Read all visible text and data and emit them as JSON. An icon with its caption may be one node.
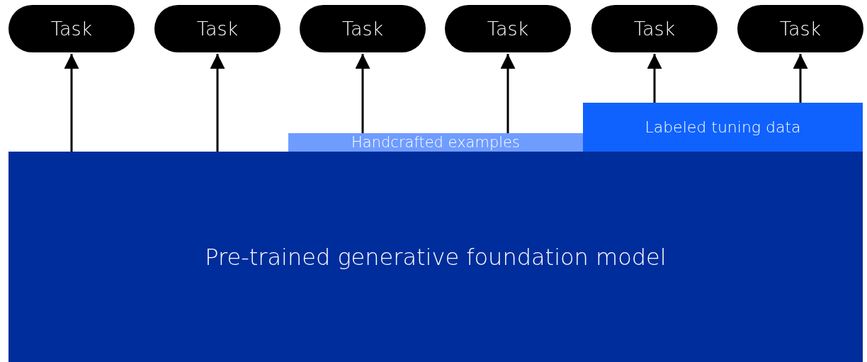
{
  "diagram": {
    "nodes": [
      {
        "text": [
          "Task"
        ]
      },
      {
        "text": [
          "Task"
        ]
      },
      {
        "text": [
          "Task"
        ]
      },
      {
        "text": [
          "Task"
        ]
      },
      {
        "text": [
          "Task"
        ]
      },
      {
        "text": [
          "Task"
        ]
      },
      {
        "text": [
          "Labeled tuning data"
        ]
      },
      {
        "text": [
          "Handcrafted examples"
        ]
      },
      {
        "text": [
          "Pre-trained generative foundation model"
        ]
      }
    ],
    "edges": [
      {
        "from": 8,
        "to": 0,
        "arrow": "to"
      },
      {
        "from": 8,
        "to": 1,
        "arrow": "to"
      },
      {
        "from": 7,
        "to": 2,
        "arrow": "to"
      },
      {
        "from": 7,
        "to": 3,
        "arrow": "to"
      },
      {
        "from": 6,
        "to": 4,
        "arrow": "to"
      },
      {
        "from": 6,
        "to": 5,
        "arrow": "to"
      }
    ]
  }
}
